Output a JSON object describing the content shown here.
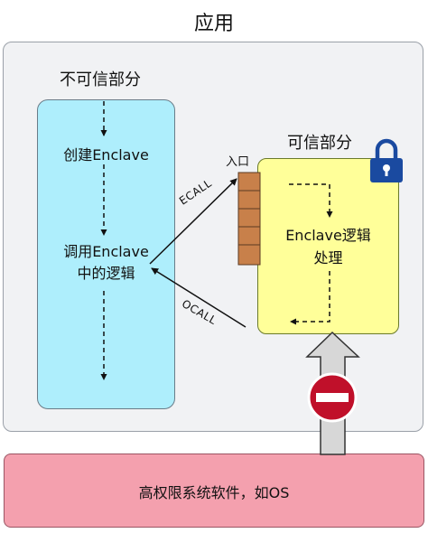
{
  "app": {
    "title": "应用"
  },
  "untrusted": {
    "label": "不可信部分",
    "create_enclave": "创建Enclave",
    "call_enclave_line1": "调用Enclave",
    "call_enclave_line2": "中的逻辑"
  },
  "trusted": {
    "label": "可信部分",
    "entry_label": "入口",
    "logic_line1": "Enclave逻辑",
    "logic_line2": "处理"
  },
  "calls": {
    "ecall": "ECALL",
    "ocall": "OCALL"
  },
  "os": {
    "label": "高权限系统软件，如OS"
  },
  "icons": [
    "lock-icon",
    "no-entry-icon",
    "up-arrow-icon"
  ],
  "colors": {
    "untrusted_fill": "#aeeefc",
    "trusted_fill": "#ffff99",
    "os_fill": "#f4a0ae",
    "app_fill": "#f1f2f4",
    "entry_fill": "#c8804a",
    "lock_color": "#1a4aa0",
    "no_entry_red": "#c0102a"
  }
}
